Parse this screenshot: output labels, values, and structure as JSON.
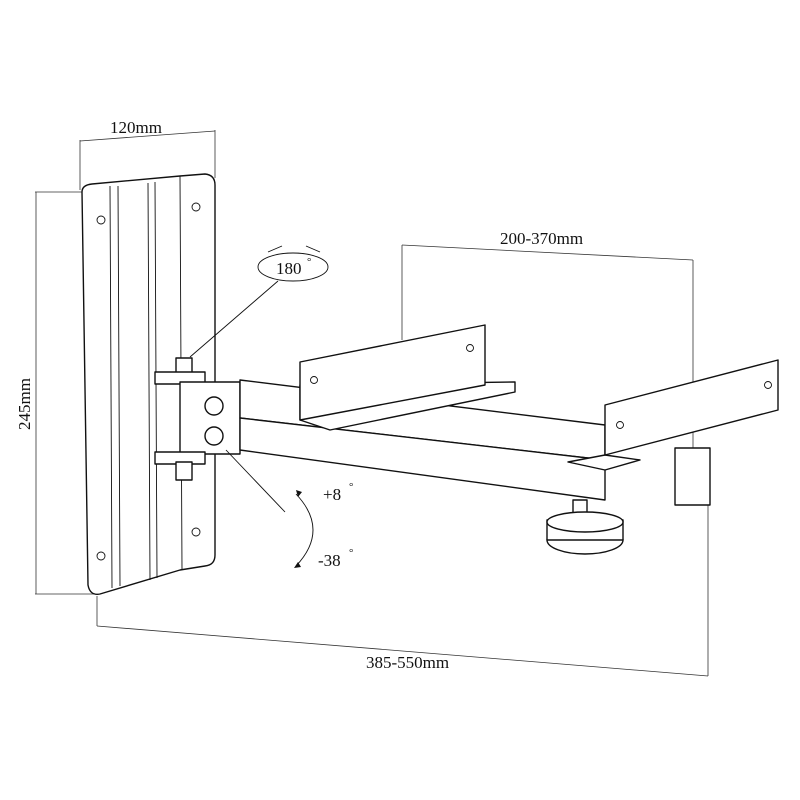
{
  "diagram": {
    "subject": "wall-mount-bracket",
    "labels": {
      "plate_width": "120mm",
      "plate_height": "245mm",
      "rotation": "180",
      "rotation_unit": "°",
      "tray_width": "200-370mm",
      "tilt_up": "+8",
      "tilt_down": "-38",
      "tilt_unit": "°",
      "arm_length": "385-550mm"
    },
    "colors": {
      "line": "#111111",
      "background": "#ffffff"
    }
  }
}
